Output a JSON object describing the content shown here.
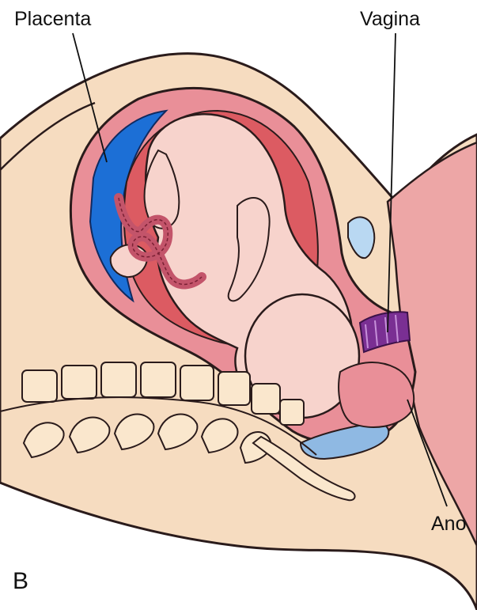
{
  "labels": {
    "placenta": "Placenta",
    "vagina": "Vagina",
    "anus": "Ano",
    "panel": "B"
  },
  "colors": {
    "skin": "#f6dcc0",
    "uterus_wall": "#e98f98",
    "fetus": "#f7d3cc",
    "placenta_blue": "#1c6fd6",
    "umbilical_cord": "#c3546a",
    "vagina_purple": "#7a2f93",
    "vertebrae": "#fae7cd",
    "rectum_blue": "#8fb9e3",
    "outline": "#2a1b1b"
  }
}
